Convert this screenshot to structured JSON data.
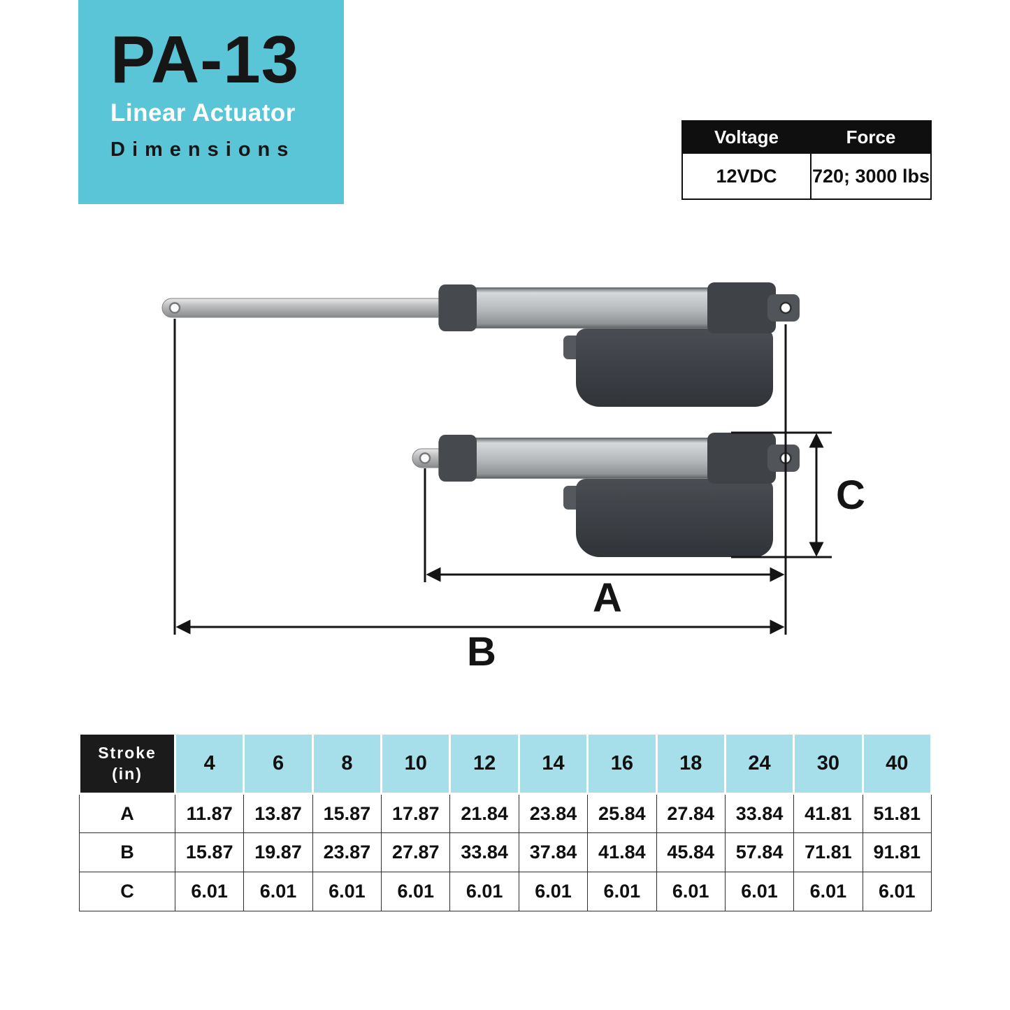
{
  "badge": {
    "model": "PA-13",
    "subtitle": "Linear Actuator",
    "caption": "Dimensions"
  },
  "spec_table": {
    "voltage_header": "Voltage",
    "force_header": "Force",
    "voltage_value": "12VDC",
    "force_value": "720; 3000 lbs"
  },
  "diagram": {
    "a_label": "A",
    "b_label": "B",
    "c_label": "C"
  },
  "chart_data": {
    "type": "table",
    "title": "PA-13 Linear Actuator Dimensions",
    "stroke_header": "Stroke\n(in)",
    "strokes": [
      "4",
      "6",
      "8",
      "10",
      "12",
      "14",
      "16",
      "18",
      "24",
      "30",
      "40"
    ],
    "rows": [
      {
        "label": "A",
        "values": [
          "11.87",
          "13.87",
          "15.87",
          "17.87",
          "21.84",
          "23.84",
          "25.84",
          "27.84",
          "33.84",
          "41.81",
          "51.81"
        ]
      },
      {
        "label": "B",
        "values": [
          "15.87",
          "19.87",
          "23.87",
          "27.87",
          "33.84",
          "37.84",
          "41.84",
          "45.84",
          "57.84",
          "71.81",
          "91.81"
        ]
      },
      {
        "label": "C",
        "values": [
          "6.01",
          "6.01",
          "6.01",
          "6.01",
          "6.01",
          "6.01",
          "6.01",
          "6.01",
          "6.01",
          "6.01",
          "6.01"
        ]
      }
    ]
  },
  "colors": {
    "accent": "#5bc5d8",
    "accent_light": "#a6dee9",
    "ink": "#141414"
  }
}
